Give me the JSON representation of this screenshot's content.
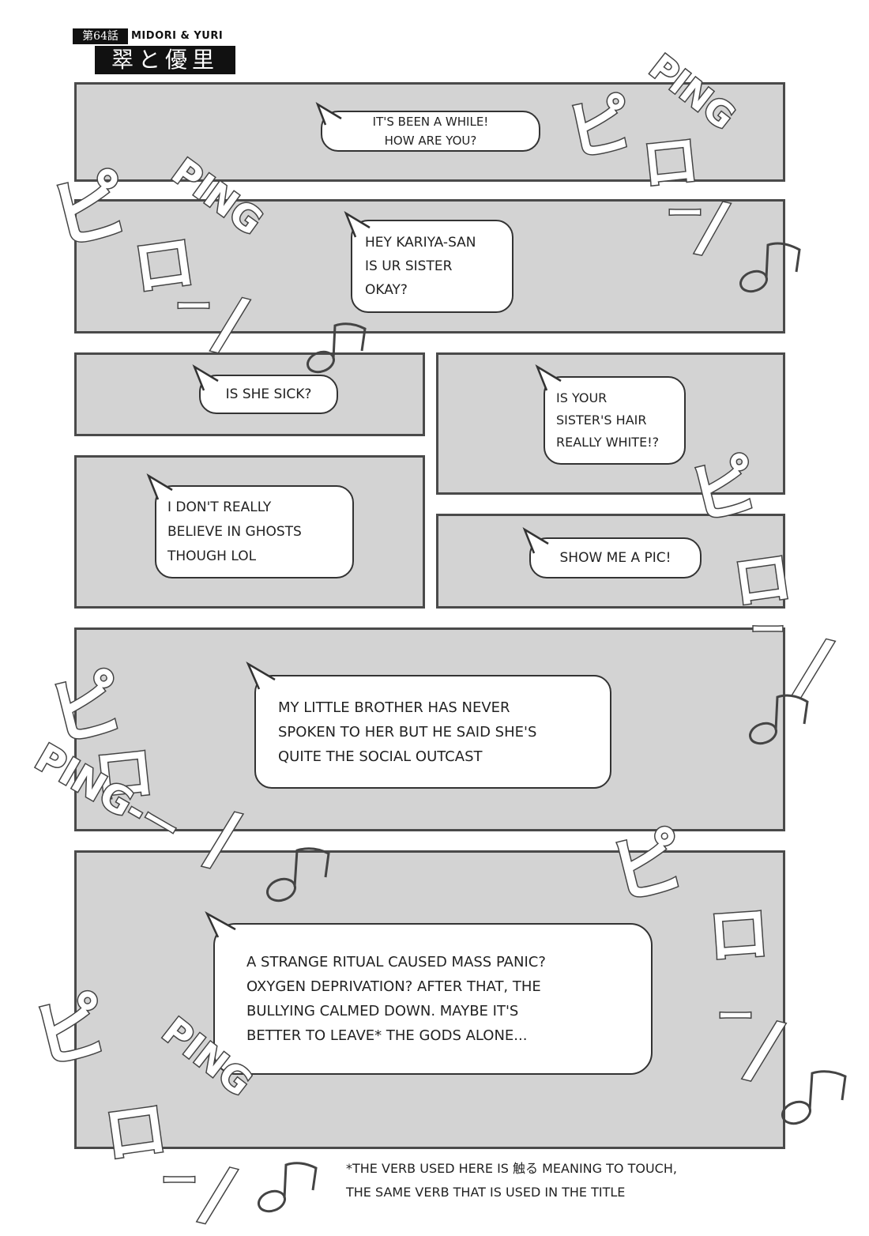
{
  "header": {
    "chapter": "第64話",
    "title_en": "MIDORI & YURI",
    "title_jp": "翠と優里"
  },
  "bubbles": {
    "b1": "It's been a while!\nHow are you?",
    "b2": "Hey Kariya-san\nis ur sister\nokay?",
    "b3": "Is she sick?",
    "b4": "Is your\nsister's hair\nreally white!?",
    "b5": "I don't really\nbelieve in ghosts\nthough lol",
    "b6": "Show me a pic!",
    "b7": "My little brother has never\nspoken to her but he said she's\nquite the social outcast",
    "b8": " A strange ritual caused mass panic?\nOxygen deprivation? After that, the\nbullying calmed down. Maybe it's\nbetter to leave* the gods alone..."
  },
  "footnote": "*The verb used here is 触る meaning to touch,\nthe same verb that is used in the title",
  "sfx": {
    "pi": "ピ",
    "ro": "ロ",
    "ping": "PING",
    "dash": "ー",
    "slash": "/",
    "pingdash": "PING-ー"
  },
  "colors": {
    "panel": "#d3d3d3",
    "border": "#4a4a4a",
    "bubble": "#ffffff"
  }
}
